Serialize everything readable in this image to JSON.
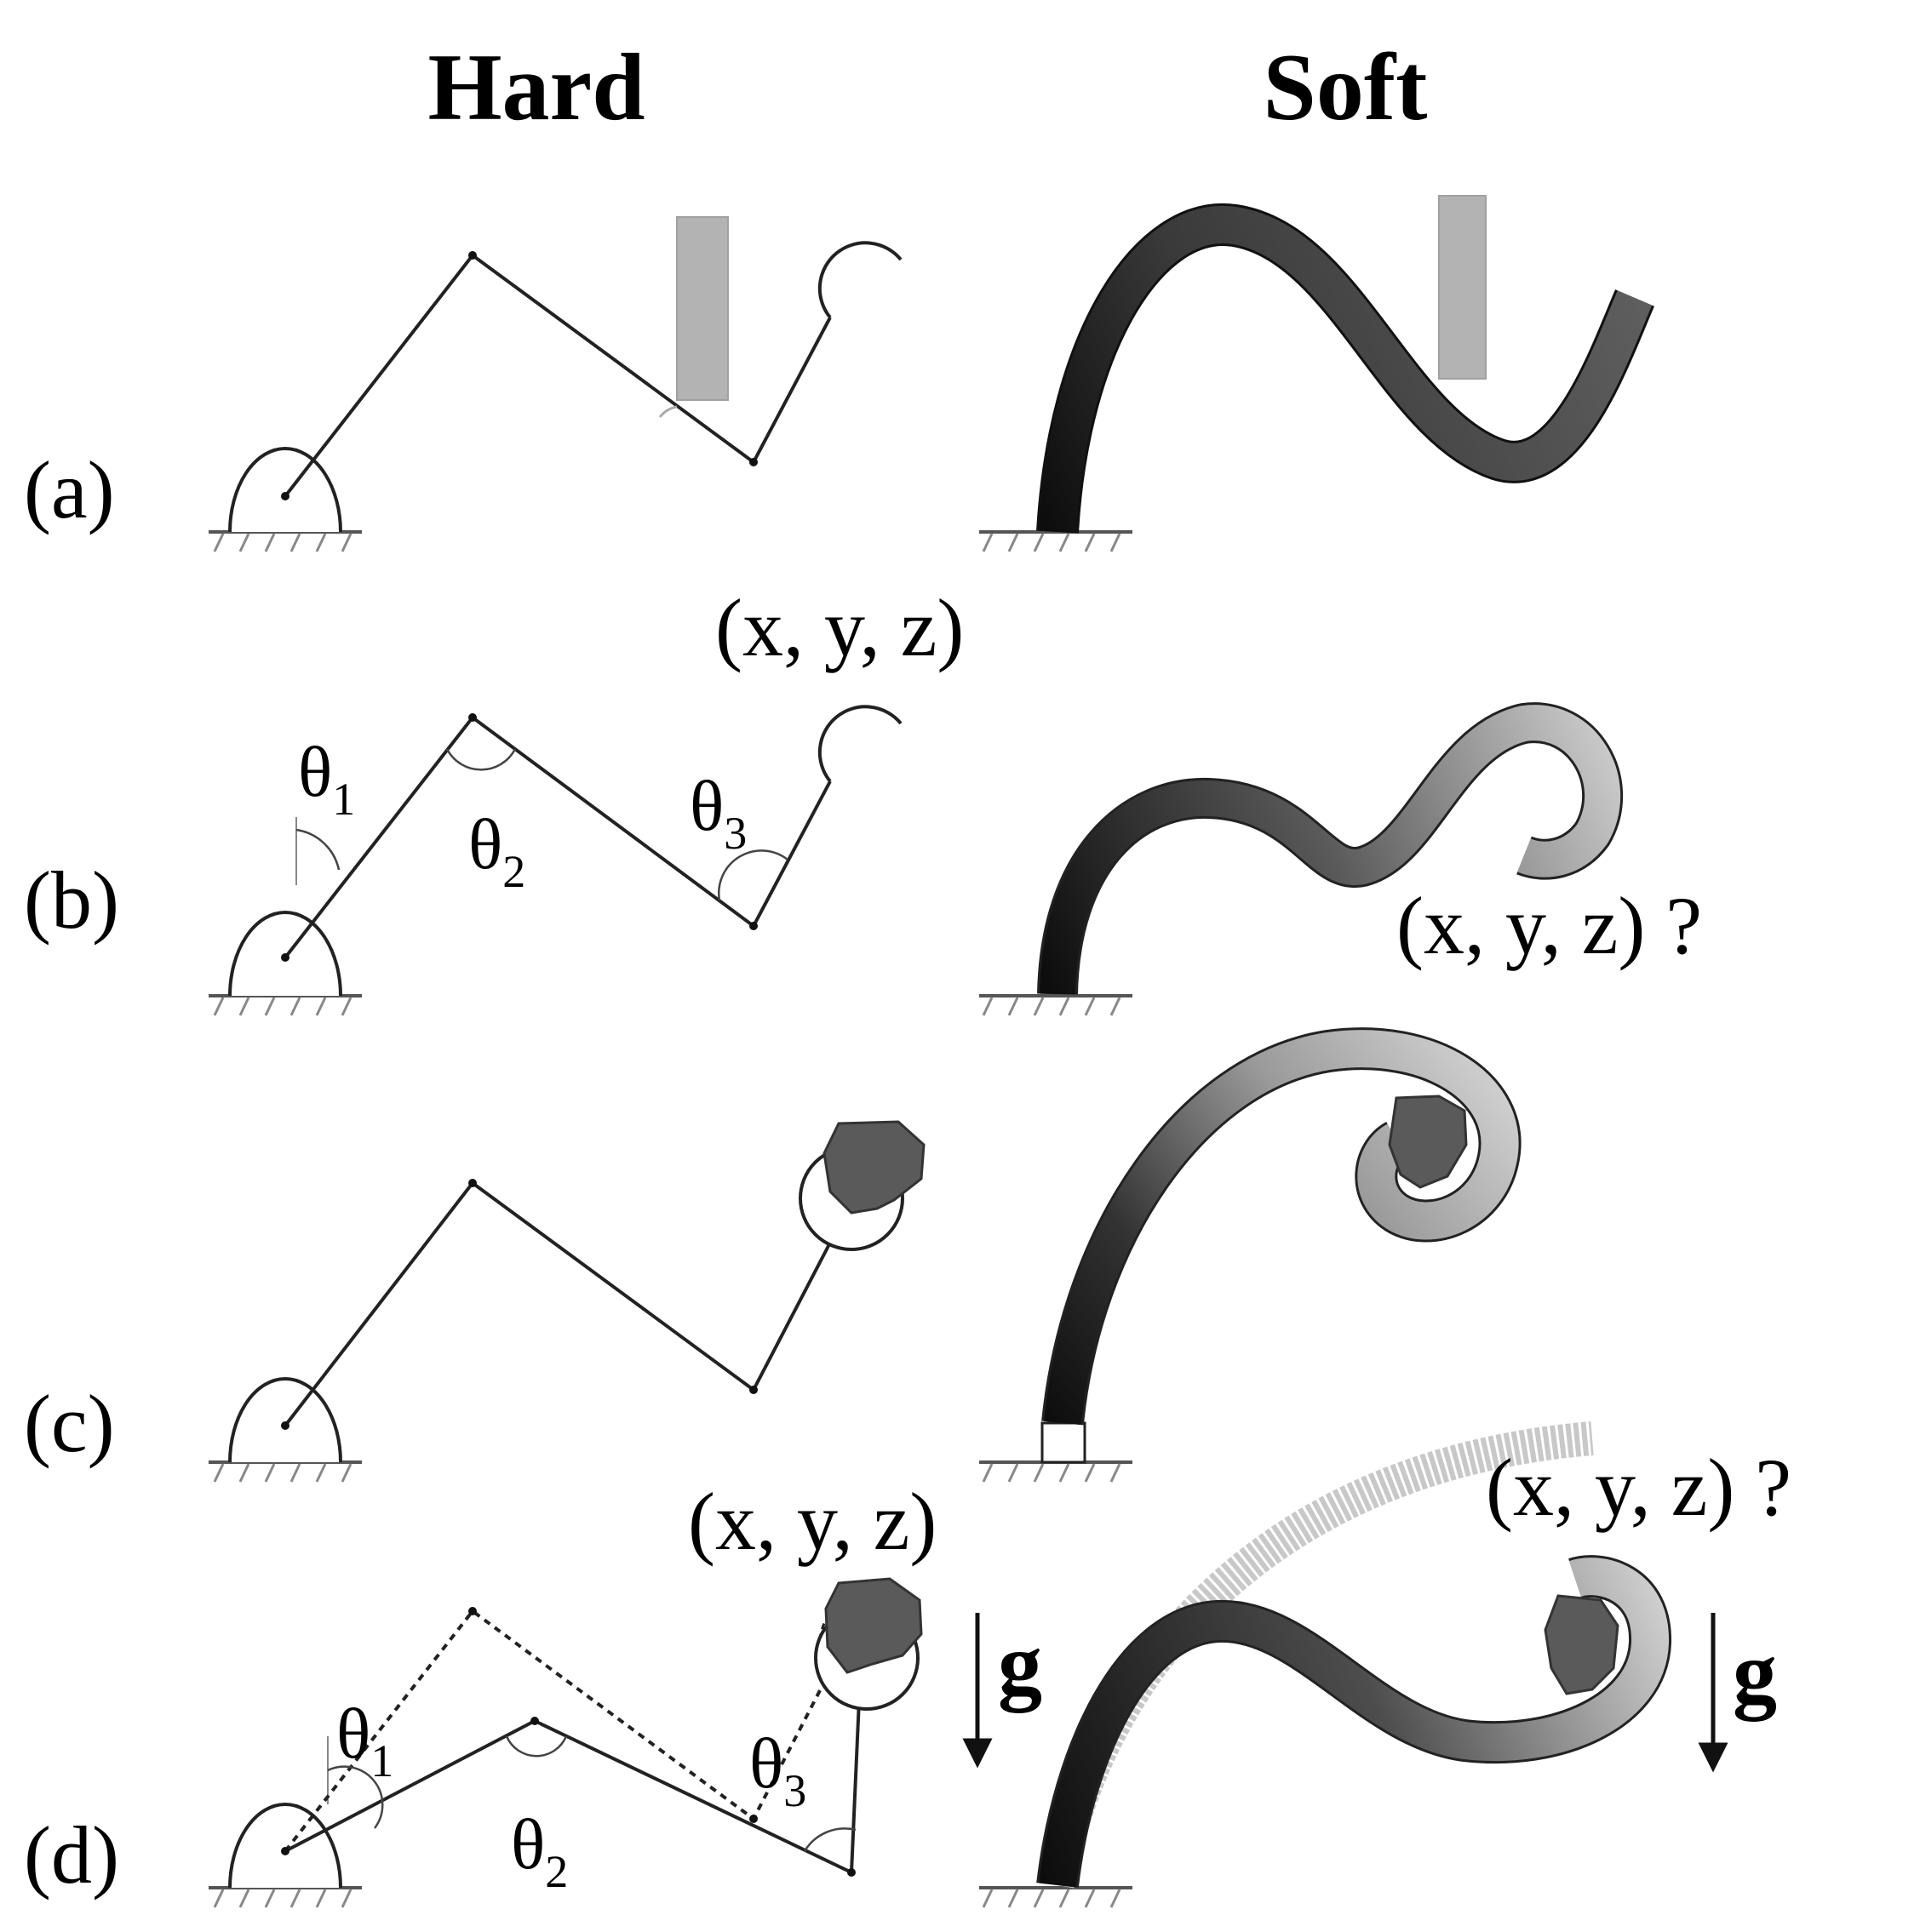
{
  "columns": {
    "hard": "Hard",
    "soft": "Soft"
  },
  "rows": [
    {
      "label": "(a)"
    },
    {
      "label": "(b)"
    },
    {
      "label": "(c)"
    },
    {
      "label": "(d)"
    }
  ],
  "annotations": {
    "coord_b_hard": "(x, y, z)",
    "coord_b_soft": "(x, y, z) ?",
    "coord_d_hard": "(x, y, z)",
    "coord_d_soft": "(x, y, z) ?",
    "theta1": "θ",
    "theta1_sub": "1",
    "theta2": "θ",
    "theta2_sub": "2",
    "theta3": "θ",
    "theta3_sub": "3",
    "gravity_hard": "g",
    "gravity_soft": "g"
  },
  "colors": {
    "obstacle": "#b3b3b3",
    "object": "#5a5a5a",
    "soft_dark": "#111111",
    "soft_mid": "#555555",
    "soft_light": "#c8c8c8"
  }
}
